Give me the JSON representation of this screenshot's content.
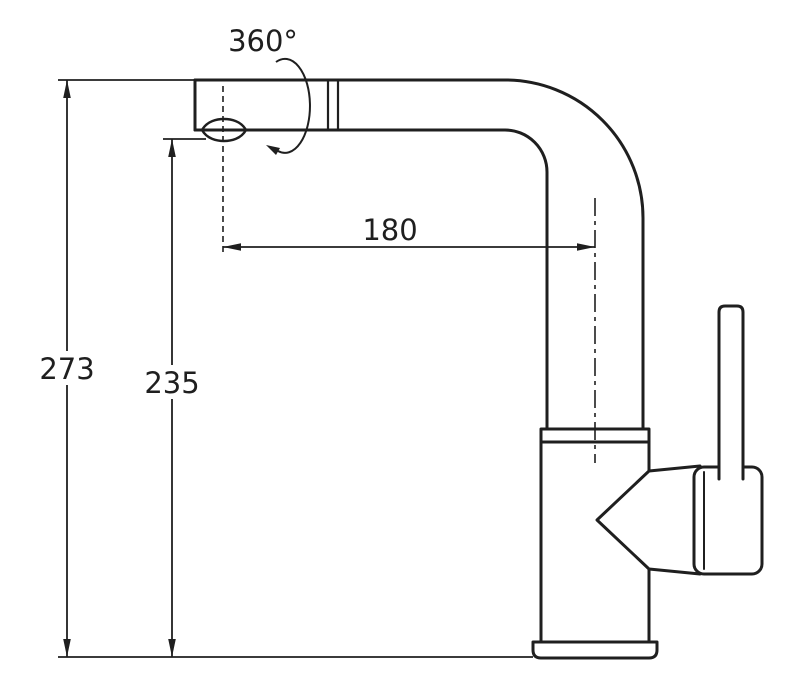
{
  "page": {
    "background": "#ffffff",
    "line_color": "#1f1f1f"
  },
  "dimensions": {
    "rotation": {
      "label": "360°"
    },
    "reach": {
      "label": "180"
    },
    "total_height": {
      "label": "273"
    },
    "spout_height": {
      "label": "235"
    }
  }
}
